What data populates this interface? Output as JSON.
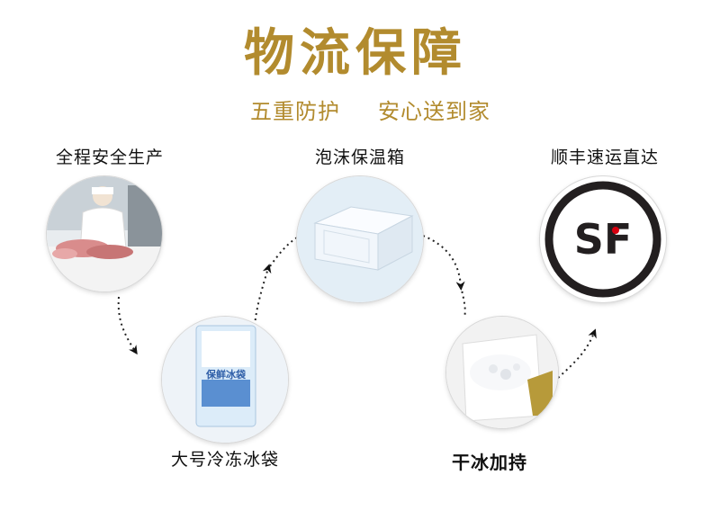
{
  "header": {
    "title": "物流保障",
    "subtitle_left": "五重防护",
    "subtitle_right": "安心送到家"
  },
  "steps": [
    {
      "label": "全程安全生产"
    },
    {
      "label": "泡沫保温箱"
    },
    {
      "label": "顺丰速运直达"
    },
    {
      "label": "大号冷冻冰袋"
    },
    {
      "label": "干冰加持"
    }
  ],
  "ice_bag": {
    "title": "保鲜冰袋"
  },
  "logo": {
    "text": "SF"
  },
  "colors": {
    "gold": "#b28b2e",
    "sf_black": "#231f20",
    "sf_red": "#d7000f"
  }
}
